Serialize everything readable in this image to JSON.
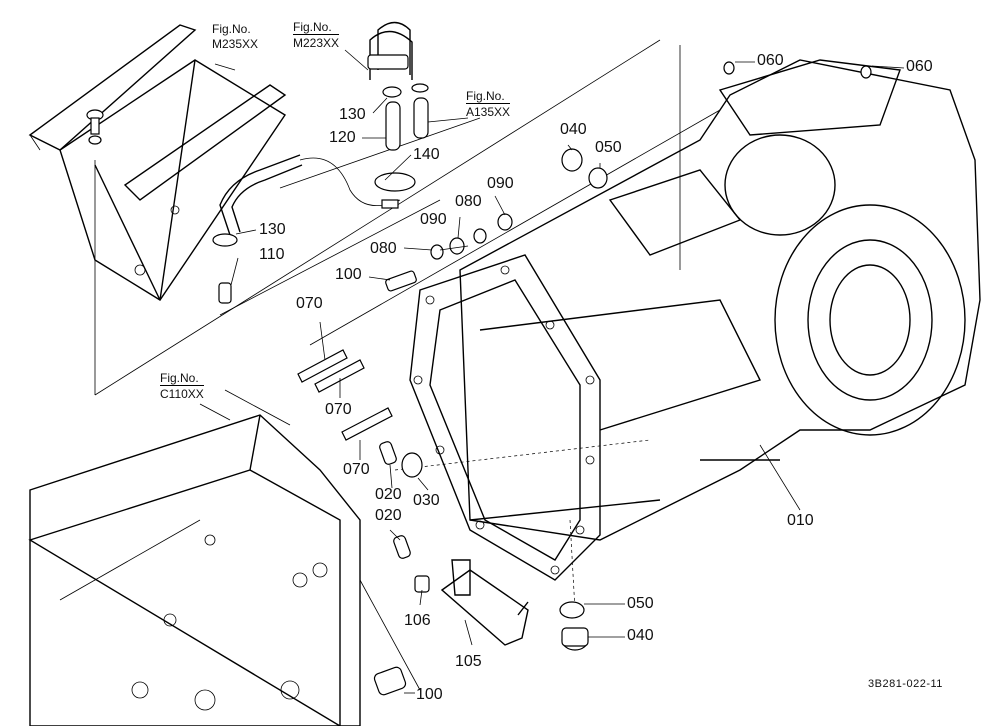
{
  "figure_refs": {
    "m235": {
      "fig": "Fig.No.",
      "code": "M235XX"
    },
    "m223": {
      "fig": "Fig.No.",
      "code": "M223XX"
    },
    "a135": {
      "fig": "Fig.No.",
      "code": "A135XX"
    },
    "c110": {
      "fig": "Fig.No.",
      "code": "C110XX"
    }
  },
  "part_labels": {
    "p060a": "060",
    "p060b": "060",
    "p130a": "130",
    "p120": "120",
    "p140": "140",
    "p130b": "130",
    "p110": "110",
    "p040a": "040",
    "p050a": "050",
    "p090a": "090",
    "p080a": "080",
    "p090b": "090",
    "p080b": "080",
    "p100a": "100",
    "p070a": "070",
    "p070b": "070",
    "p070c": "070",
    "p020a": "020",
    "p030": "030",
    "p020b": "020",
    "p010": "010",
    "p106": "106",
    "p105": "105",
    "p050b": "050",
    "p040b": "040",
    "p100b": "100"
  },
  "drawing_code": "3B281-022-11"
}
